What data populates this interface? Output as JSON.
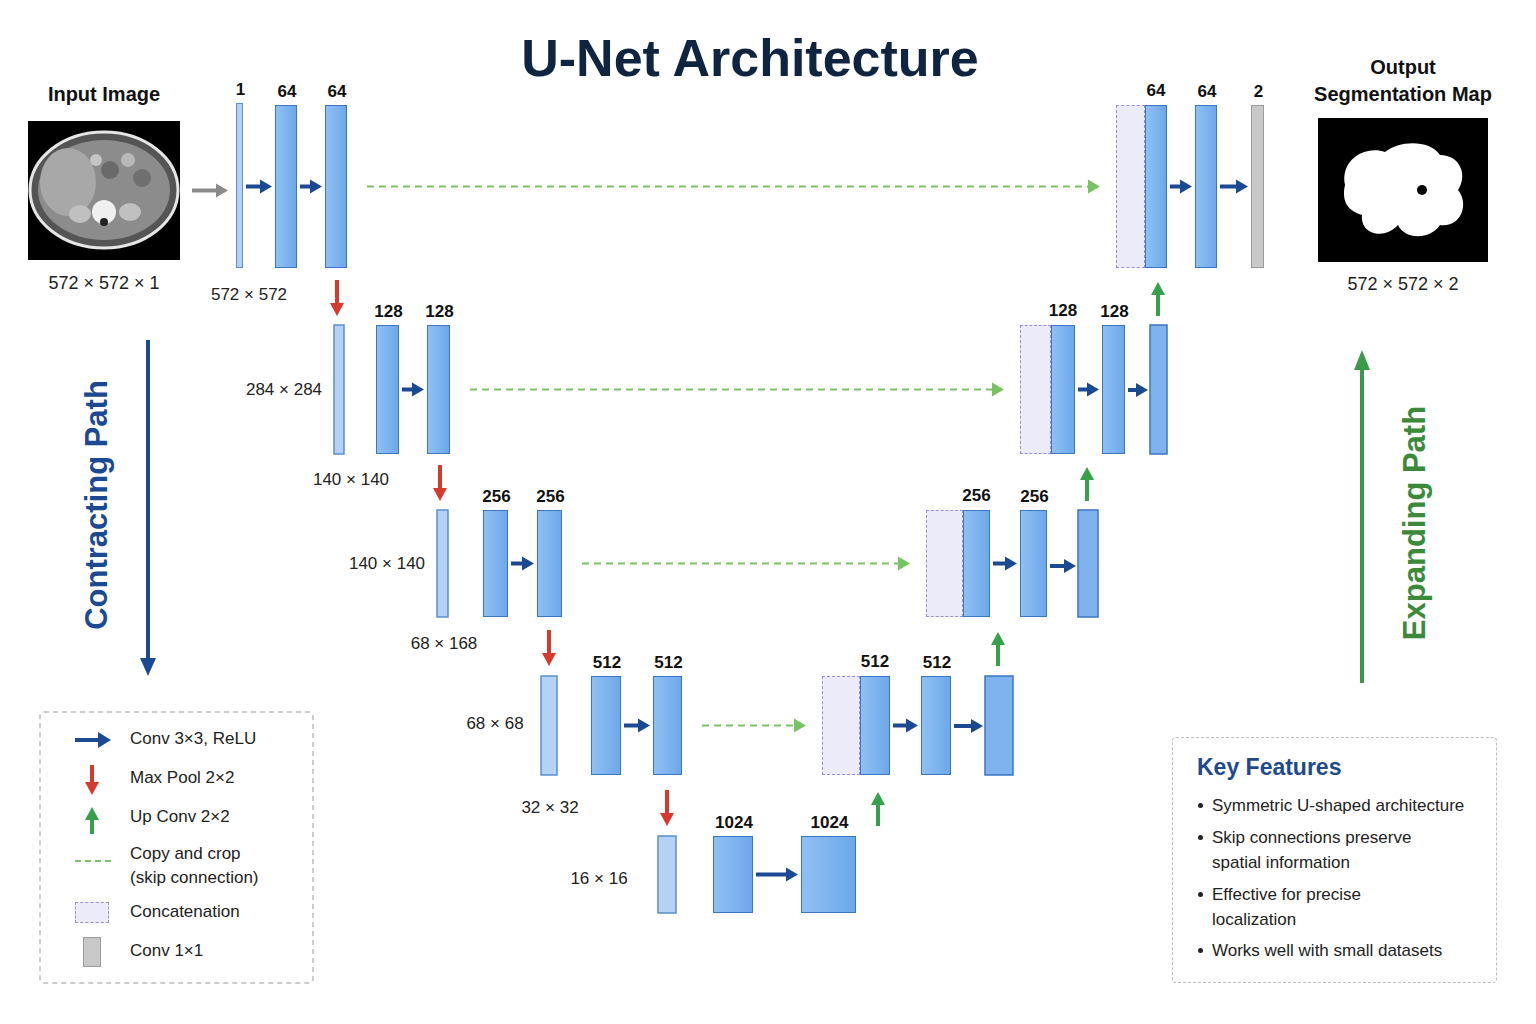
{
  "diagram": {
    "title": "U-Net Architecture",
    "nodes": [
      {
        "text": [
          "Input Image",
          "572 × 572 × 1"
        ]
      },
      {
        "text": [
          "1"
        ]
      },
      {
        "text": [
          "64"
        ]
      },
      {
        "text": [
          "64"
        ]
      },
      {
        "text": [
          "64"
        ]
      },
      {
        "text": [
          "64"
        ]
      },
      {
        "text": [
          "2"
        ]
      },
      {
        "text": [
          "Output Segmentation Map",
          "572 × 572 × 2"
        ]
      },
      {
        "text": [
          "128"
        ]
      },
      {
        "text": [
          "128"
        ]
      },
      {
        "text": [
          "128"
        ]
      },
      {
        "text": [
          "128"
        ]
      },
      {
        "text": [
          "256"
        ]
      },
      {
        "text": [
          "256"
        ]
      },
      {
        "text": [
          "256"
        ]
      },
      {
        "text": [
          "256"
        ]
      },
      {
        "text": [
          "512"
        ]
      },
      {
        "text": [
          "512"
        ]
      },
      {
        "text": [
          "512"
        ]
      },
      {
        "text": [
          "512"
        ]
      },
      {
        "text": [
          "1024"
        ]
      },
      {
        "text": [
          "1024"
        ]
      },
      {
        "text": [
          "Key Features",
          "Symmetric U-shaped architecture",
          "Skip connections preserve spatial information",
          "Effective for precise localization",
          "Works well with small datasets"
        ]
      }
    ],
    "edges": [
      {
        "from": 0,
        "to": 1,
        "arrow": "to"
      },
      {
        "from": 1,
        "to": 2,
        "arrow": "to"
      },
      {
        "from": 2,
        "to": 3,
        "arrow": "to"
      },
      {
        "from": 3,
        "to": 4,
        "arrow": "to"
      },
      {
        "from": 4,
        "to": 5,
        "arrow": "to"
      },
      {
        "from": 5,
        "to": 6,
        "arrow": "to"
      },
      {
        "from": 8,
        "to": 9,
        "arrow": "to"
      },
      {
        "from": 9,
        "to": 10,
        "arrow": "to"
      },
      {
        "from": 10,
        "to": 11,
        "arrow": "to"
      },
      {
        "from": 12,
        "to": 13,
        "arrow": "to"
      },
      {
        "from": 13,
        "to": 14,
        "arrow": "to"
      },
      {
        "from": 14,
        "to": 15,
        "arrow": "to"
      },
      {
        "from": 16,
        "to": 17,
        "arrow": "to"
      },
      {
        "from": 17,
        "to": 18,
        "arrow": "to"
      },
      {
        "from": 18,
        "to": 19,
        "arrow": "to"
      },
      {
        "from": 20,
        "to": 21,
        "arrow": "to"
      }
    ],
    "labels": [
      "572 × 572",
      "284 × 284",
      "140 × 140",
      "140 × 140",
      "68 × 168",
      "68 × 68",
      "32 × 32",
      "16 × 16",
      "Contracting Path",
      "Expanding Path"
    ],
    "legend": [
      {
        "text": "Conv 3×3, ReLU"
      },
      {
        "text": "Max Pool 2×2"
      },
      {
        "text": "Up Conv 2×2"
      },
      {
        "text": "Copy and crop (skip connection)"
      },
      {
        "text": "Concatenation",
        "color": "#ecebfa"
      },
      {
        "text": "Conv 1×1",
        "color": "#c9c9c9"
      }
    ]
  }
}
